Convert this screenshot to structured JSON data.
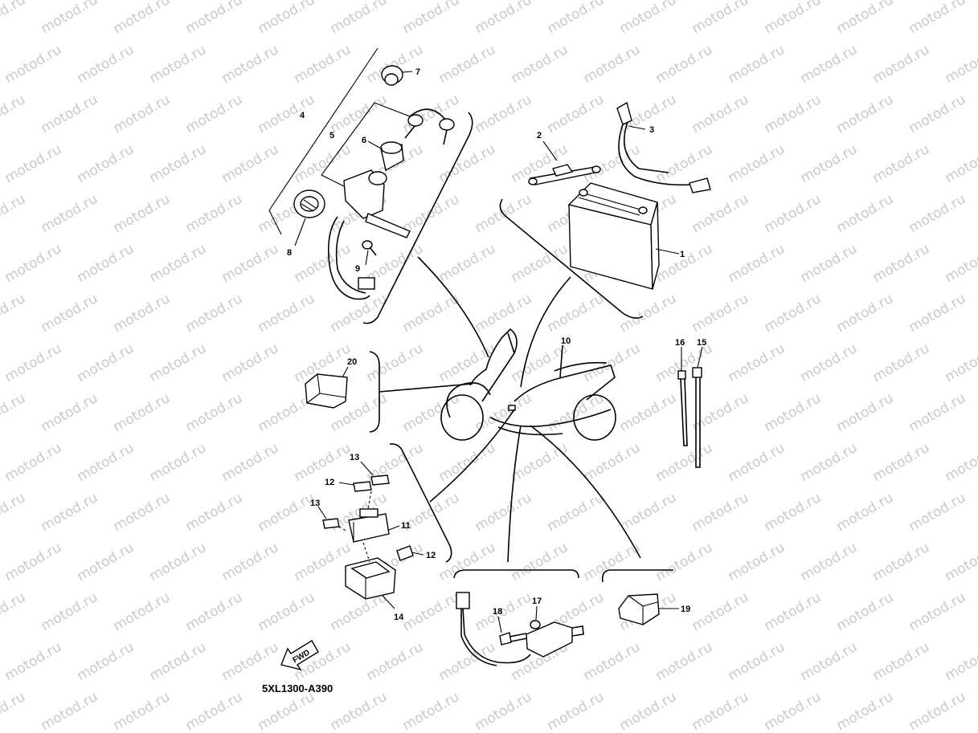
{
  "watermark": "motod.ru",
  "diagram_code": "5XL1300-A390",
  "fwd_label": "FWD",
  "callouts": {
    "p1": "1",
    "p2": "2",
    "p3": "3",
    "p4": "4",
    "p5": "5",
    "p6": "6",
    "p7": "7",
    "p8": "8",
    "p9": "9",
    "p10": "10",
    "p11": "11",
    "p12a": "12",
    "p12b": "12",
    "p13a": "13",
    "p13b": "13",
    "p14": "14",
    "p15": "15",
    "p16": "16",
    "p17": "17",
    "p18": "18",
    "p19": "19",
    "p20": "20"
  }
}
